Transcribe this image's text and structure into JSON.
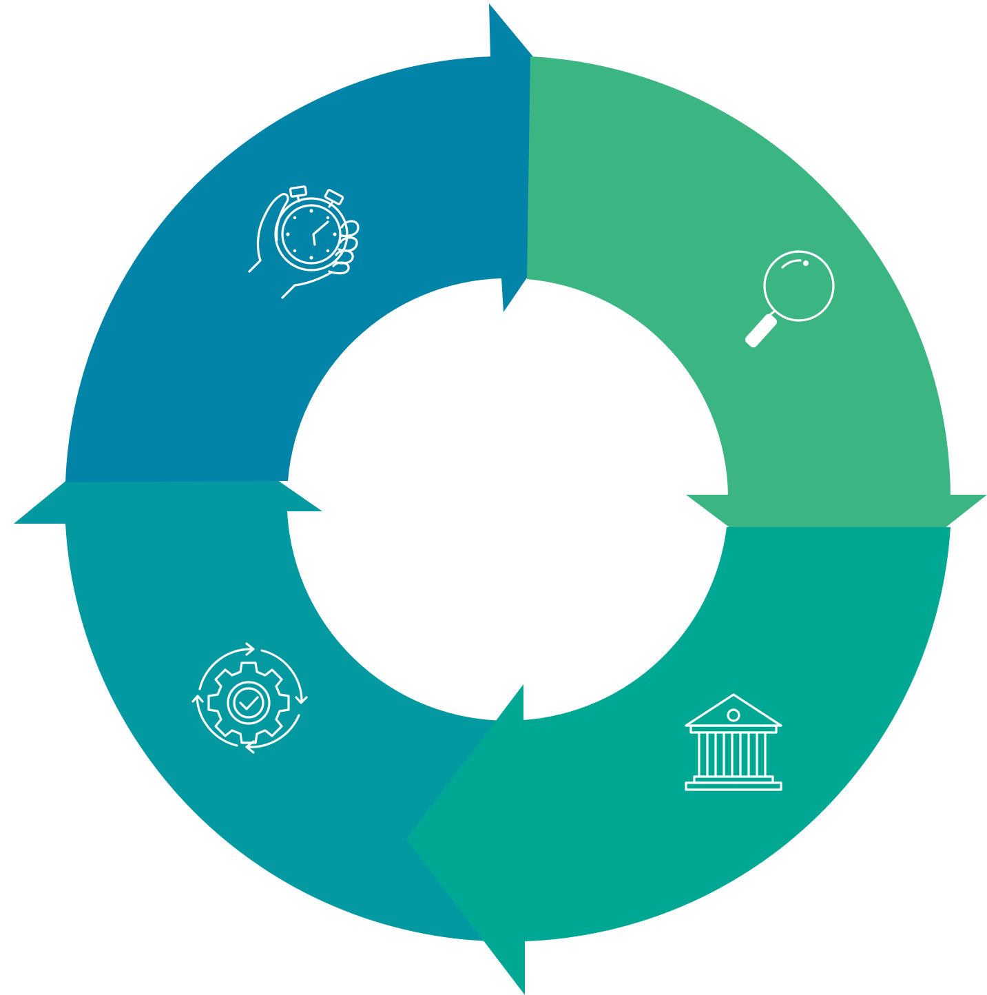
{
  "diagram": {
    "type": "cycle",
    "direction": "clockwise",
    "background": "#ffffff",
    "segments": [
      {
        "id": "segment-top-left",
        "color": "#0284A8",
        "icon": "stopwatch-in-hand-icon"
      },
      {
        "id": "segment-top-right",
        "color": "#3BB582",
        "icon": "magnifying-glass-icon"
      },
      {
        "id": "segment-bottom-right",
        "color": "#00A894",
        "icon": "bank-building-icon"
      },
      {
        "id": "segment-bottom-left",
        "color": "#0299A0",
        "icon": "gear-checkmark-cycle-icon"
      }
    ]
  }
}
